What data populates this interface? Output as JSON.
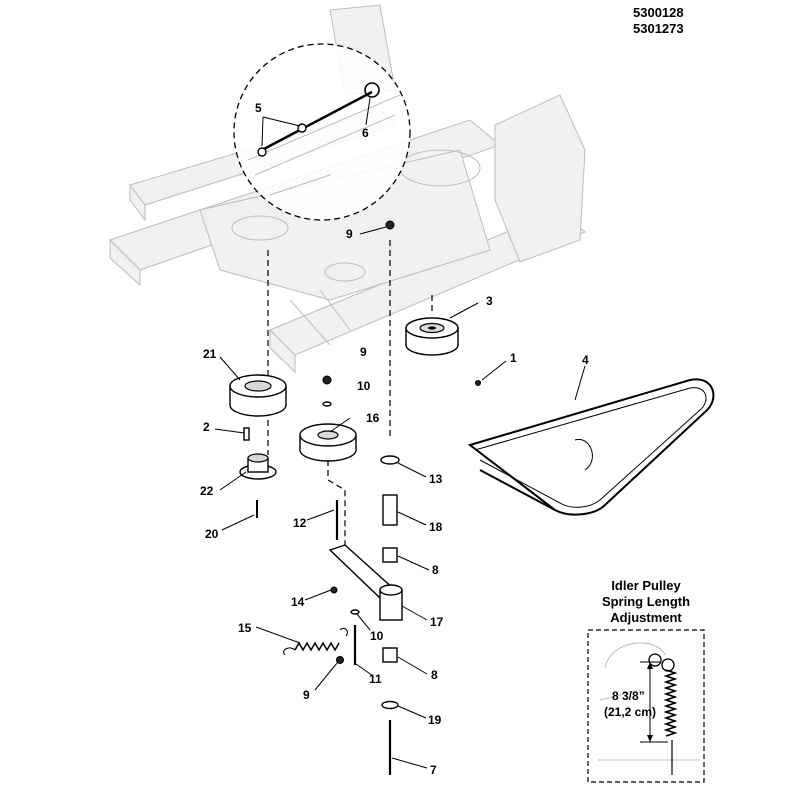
{
  "part_numbers": [
    "5300128",
    "5301273"
  ],
  "callouts": {
    "c1": "1",
    "c2": "2",
    "c3": "3",
    "c4": "4",
    "c5": "5",
    "c6": "6",
    "c7": "7",
    "c8a": "8",
    "c8b": "8",
    "c9a": "9",
    "c9b": "9",
    "c9c": "9",
    "c10a": "10",
    "c10b": "10",
    "c11": "11",
    "c12": "12",
    "c13": "13",
    "c14": "14",
    "c15": "15",
    "c16": "16",
    "c17": "17",
    "c18": "18",
    "c19": "19",
    "c20": "20",
    "c21": "21",
    "c22": "22"
  },
  "inset": {
    "title_lines": [
      "Idler Pulley",
      "Spring Length",
      "Adjustment"
    ],
    "dimension_lines": [
      "8 3/8”",
      "(21,2 cm)"
    ]
  }
}
